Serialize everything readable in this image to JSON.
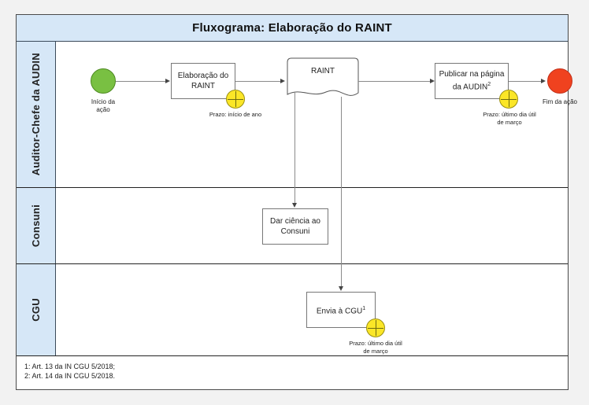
{
  "header": {
    "title": "Fluxograma: Elaboração do RAINT"
  },
  "colors": {
    "header_band": "#D6E7F7",
    "lane_header": "#D6E7F7",
    "start_event": "#79C042",
    "end_event": "#F0421F",
    "timer_marker": "#FBE627",
    "connector": "#8A8A8A",
    "frame_border": "#4A4A4A"
  },
  "lanes": [
    {
      "id": "audin",
      "label": "Auditor-Chefe da AUDIN"
    },
    {
      "id": "consuni",
      "label": "Consuni"
    },
    {
      "id": "cgu",
      "label": "CGU"
    }
  ],
  "nodes": {
    "start_event": {
      "type": "start-event",
      "caption": "Início da\nação"
    },
    "task_elaboracao": {
      "type": "task",
      "label_line1": "Elaboração do",
      "label_line2": "RAINT"
    },
    "timer_elaboracao": {
      "type": "timer",
      "caption": "Prazo: início de ano"
    },
    "doc_raint": {
      "type": "document",
      "label": "RAINT"
    },
    "task_publicar": {
      "type": "task",
      "label_line1": "Publicar na página",
      "label_line2": "da AUDIN",
      "superscript": "2"
    },
    "timer_publicar": {
      "type": "timer",
      "caption": "Prazo: último dia útil\nde março"
    },
    "end_event": {
      "type": "end-event",
      "caption": "Fim da ação"
    },
    "task_consuni": {
      "type": "task",
      "label_line1": "Dar ciência ao",
      "label_line2": "Consuni"
    },
    "task_cgu": {
      "type": "task",
      "label_line1": "Envia à CGU",
      "superscript": "1"
    },
    "timer_cgu": {
      "type": "timer",
      "caption": "Prazo: último dia útil\nde março"
    }
  },
  "footnotes": [
    "1: Art. 13 da IN CGU 5/2018;",
    "2: Art. 14 da IN CGU 5/2018."
  ]
}
